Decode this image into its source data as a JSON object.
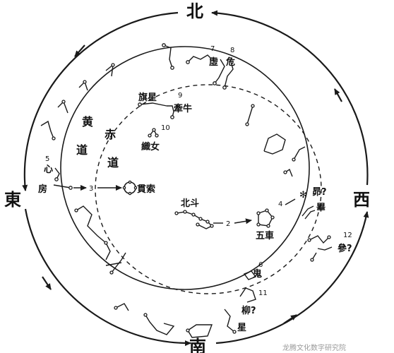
{
  "directions": {
    "north": "北",
    "east": "東",
    "west": "西",
    "south": "南"
  },
  "bands": {
    "huang": "黄",
    "dao1": "道",
    "chi": "赤",
    "dao2": "道"
  },
  "labels": {
    "n7": "7",
    "n8": "8",
    "xu": "虛",
    "wei": "危",
    "qixing": "旗星",
    "n9": "9",
    "niuxiu": "牽牛",
    "n10": "10",
    "zhinv": "織女",
    "n5": "5",
    "xin": "心",
    "fang": "房",
    "n3": "3",
    "guanshuo": "貫索",
    "beidou": "北斗",
    "n2": "2",
    "wuche": "五車",
    "n4": "4",
    "mao": "昴?",
    "bi": "畢",
    "n12": "12",
    "shen": "參?",
    "n6": "6",
    "gui": "鬼",
    "n11": "11",
    "liu": "柳?",
    "xing": "星"
  },
  "footer": "龙腾文化数字研究院"
}
